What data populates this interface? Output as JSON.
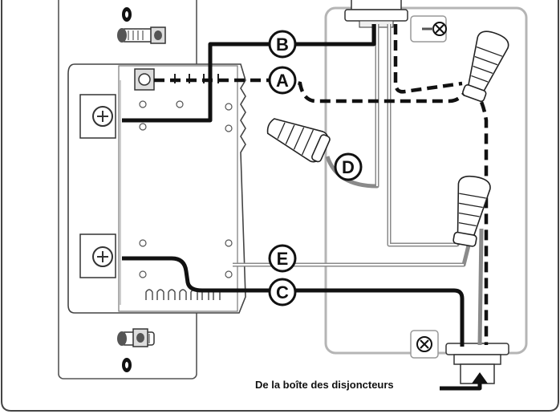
{
  "diagram": {
    "labels": {
      "A": "A",
      "B": "B",
      "C": "C",
      "D": "D",
      "E": "E"
    },
    "caption": "De la boîte des disjoncteurs",
    "colors": {
      "wire_black": "#111111",
      "wire_gray": "#8a8a8a",
      "box_outline": "#b5b5b5",
      "plate_outline": "#555555",
      "background": "#ffffff"
    },
    "icons": [
      "screw-icon",
      "ground-screw-icon",
      "wire-nut-icon",
      "cable-clamp-icon",
      "arrow-icon"
    ]
  }
}
